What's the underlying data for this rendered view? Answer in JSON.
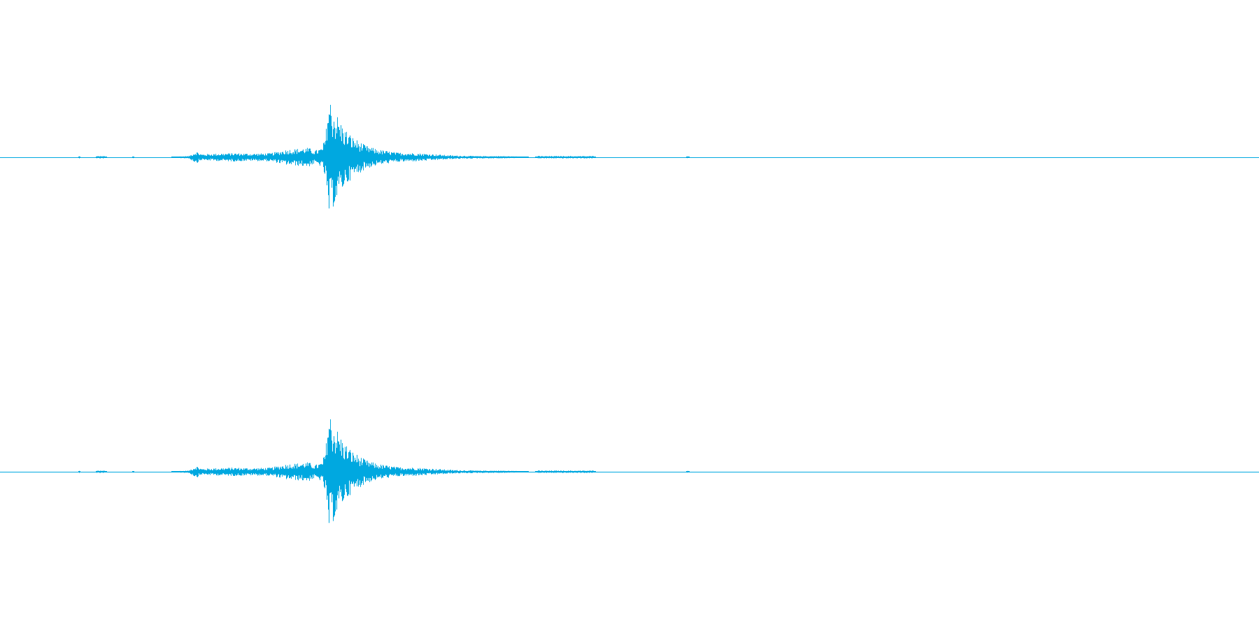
{
  "colors": {
    "background": "#ffffff",
    "waveform": "#00a8e0"
  },
  "chart_data": {
    "type": "line",
    "title": "",
    "xlabel": "",
    "ylabel": "",
    "x_range": [
      0,
      1
    ],
    "y_range": [
      -1,
      1
    ],
    "grid": false,
    "legend": "none",
    "series": [
      {
        "envelope": [
          [
            0.0,
            0.0
          ],
          [
            0.062,
            0.0
          ],
          [
            0.063,
            0.02
          ],
          [
            0.064,
            0.0
          ],
          [
            0.076,
            0.0
          ],
          [
            0.077,
            0.02
          ],
          [
            0.083,
            0.02
          ],
          [
            0.086,
            0.0
          ],
          [
            0.105,
            0.0
          ],
          [
            0.106,
            0.02
          ],
          [
            0.107,
            0.0
          ],
          [
            0.135,
            0.0
          ],
          [
            0.137,
            0.01
          ],
          [
            0.15,
            0.02
          ],
          [
            0.156,
            0.1
          ],
          [
            0.16,
            0.05
          ],
          [
            0.17,
            0.06
          ],
          [
            0.185,
            0.07
          ],
          [
            0.2,
            0.06
          ],
          [
            0.215,
            0.07
          ],
          [
            0.228,
            0.13
          ],
          [
            0.235,
            0.14
          ],
          [
            0.245,
            0.16
          ],
          [
            0.25,
            0.11
          ],
          [
            0.256,
            0.16
          ],
          [
            0.259,
            0.4
          ],
          [
            0.26,
            0.92
          ],
          [
            0.262,
            1.0
          ],
          [
            0.264,
            0.85
          ],
          [
            0.268,
            0.7
          ],
          [
            0.273,
            0.5
          ],
          [
            0.28,
            0.34
          ],
          [
            0.29,
            0.2
          ],
          [
            0.3,
            0.13
          ],
          [
            0.315,
            0.08
          ],
          [
            0.33,
            0.07
          ],
          [
            0.345,
            0.05
          ],
          [
            0.36,
            0.03
          ],
          [
            0.38,
            0.02
          ],
          [
            0.4,
            0.02
          ],
          [
            0.415,
            0.01
          ],
          [
            0.425,
            0.0
          ],
          [
            0.426,
            0.02
          ],
          [
            0.472,
            0.02
          ],
          [
            0.474,
            0.0
          ],
          [
            0.545,
            0.0
          ],
          [
            0.546,
            0.02
          ],
          [
            0.548,
            0.0
          ],
          [
            1.0,
            0.0
          ]
        ]
      },
      {
        "envelope": [
          [
            0.0,
            0.0
          ],
          [
            0.062,
            0.0
          ],
          [
            0.063,
            0.02
          ],
          [
            0.064,
            0.0
          ],
          [
            0.076,
            0.0
          ],
          [
            0.077,
            0.02
          ],
          [
            0.083,
            0.02
          ],
          [
            0.086,
            0.0
          ],
          [
            0.105,
            0.0
          ],
          [
            0.106,
            0.02
          ],
          [
            0.107,
            0.0
          ],
          [
            0.135,
            0.0
          ],
          [
            0.137,
            0.01
          ],
          [
            0.15,
            0.02
          ],
          [
            0.156,
            0.1
          ],
          [
            0.16,
            0.05
          ],
          [
            0.17,
            0.06
          ],
          [
            0.185,
            0.07
          ],
          [
            0.2,
            0.06
          ],
          [
            0.215,
            0.07
          ],
          [
            0.228,
            0.13
          ],
          [
            0.235,
            0.14
          ],
          [
            0.245,
            0.16
          ],
          [
            0.25,
            0.11
          ],
          [
            0.256,
            0.16
          ],
          [
            0.259,
            0.4
          ],
          [
            0.26,
            0.92
          ],
          [
            0.262,
            1.0
          ],
          [
            0.264,
            0.85
          ],
          [
            0.268,
            0.7
          ],
          [
            0.273,
            0.5
          ],
          [
            0.28,
            0.34
          ],
          [
            0.29,
            0.2
          ],
          [
            0.3,
            0.13
          ],
          [
            0.315,
            0.08
          ],
          [
            0.33,
            0.07
          ],
          [
            0.345,
            0.05
          ],
          [
            0.36,
            0.03
          ],
          [
            0.38,
            0.02
          ],
          [
            0.4,
            0.02
          ],
          [
            0.415,
            0.01
          ],
          [
            0.425,
            0.0
          ],
          [
            0.426,
            0.02
          ],
          [
            0.472,
            0.02
          ],
          [
            0.474,
            0.0
          ],
          [
            0.545,
            0.0
          ],
          [
            0.546,
            0.02
          ],
          [
            0.548,
            0.0
          ],
          [
            1.0,
            0.0
          ]
        ]
      }
    ]
  }
}
